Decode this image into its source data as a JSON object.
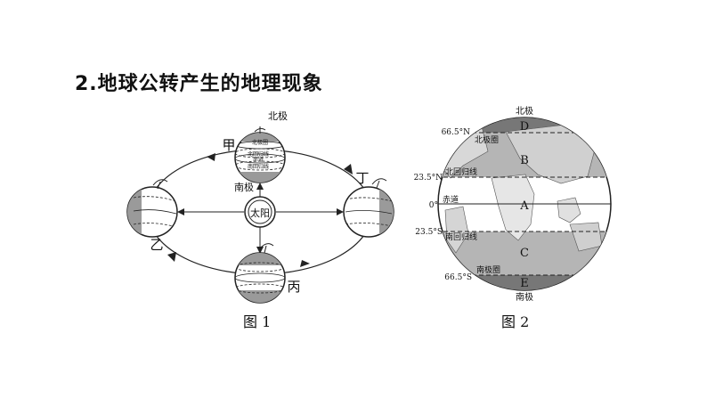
{
  "heading": "2.地球公转产生的地理现象",
  "figure1": {
    "caption": "图 1",
    "sun_label": "太阳",
    "positions": {
      "jia": "甲",
      "yi": "乙",
      "bing": "丙",
      "ding": "丁"
    },
    "north_pole": "北极",
    "south_pole": "南极",
    "small_labels": [
      "北极圈",
      "北回归线",
      "赤道",
      "南回归线"
    ]
  },
  "figure2": {
    "caption": "图 2",
    "north_pole": "北极",
    "south_pole": "南极",
    "zones": {
      "D": "D",
      "B": "B",
      "A": "A",
      "C": "C",
      "E": "E"
    },
    "lines": {
      "arctic_circle": "北极圈",
      "tropic_cancer": "北回归线",
      "equator": "赤道",
      "tropic_capricorn": "南回归线",
      "antarctic_circle": "南极圈"
    },
    "latitudes": {
      "n665": "66.5°N",
      "n235": "23.5°N",
      "zero": "0°",
      "s235": "23.5°S",
      "s665": "66.5°S"
    }
  }
}
